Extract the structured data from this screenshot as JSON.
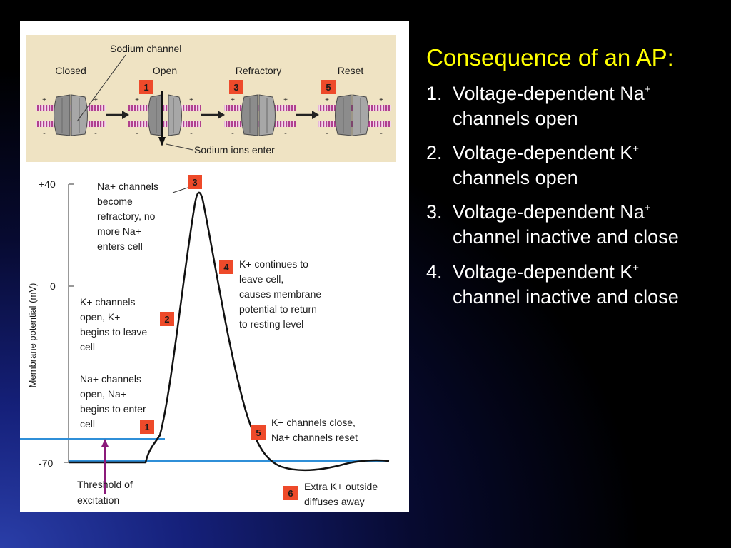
{
  "slide": {
    "title": "Consequence of an AP:",
    "points": [
      {
        "num": "1.",
        "pre": "Voltage-dependent Na",
        "sup": "+",
        "post": "channels open"
      },
      {
        "num": "2.",
        "pre": "Voltage-dependent K",
        "sup": "+",
        "post": "channels open"
      },
      {
        "num": "3.",
        "pre": "Voltage-dependent Na",
        "sup": "+",
        "post": "channel inactive and close"
      },
      {
        "num": "4.",
        "pre": "Voltage-dependent K",
        "sup": "+",
        "post": "channel inactive and close"
      }
    ]
  },
  "figure": {
    "channel_panel": {
      "sodium_channel_label": "Sodium channel",
      "stages": [
        {
          "label": "Closed",
          "badge": ""
        },
        {
          "label": "Open",
          "badge": "1"
        },
        {
          "label": "Refractory",
          "badge": "3"
        },
        {
          "label": "Reset",
          "badge": "5"
        }
      ],
      "ions_label": "Sodium ions enter",
      "charge_plus": "+",
      "charge_minus": "-"
    },
    "graph": {
      "ylabel": "Membrane potential (mV)",
      "ticks": [
        "+40",
        "0",
        "-70"
      ],
      "annotations": [
        {
          "badge": "3",
          "lines": [
            "Na+ channels",
            "become",
            "refractory, no",
            "more Na+",
            "enters cell"
          ]
        },
        {
          "badge": "4",
          "lines": [
            "K+ continues to",
            "leave cell,",
            "causes membrane",
            "potential to return",
            "to resting level"
          ]
        },
        {
          "badge": "2",
          "lines": [
            "K+ channels",
            "open, K+",
            "begins to leave",
            "cell"
          ]
        },
        {
          "badge": "1",
          "lines": [
            "Na+ channels",
            "open, Na+",
            "begins to enter",
            "cell"
          ]
        },
        {
          "badge": "5",
          "lines": [
            "K+ channels close,",
            "Na+ channels reset"
          ]
        },
        {
          "badge": "6",
          "lines": [
            "Extra K+ outside",
            "diffuses away"
          ]
        }
      ],
      "threshold_label": [
        "Threshold of",
        "excitation"
      ]
    },
    "colors": {
      "panel_bg": "#efe3c3",
      "badge": "#ee4a2a",
      "membrane": "#b0408e",
      "threshold_line": "#2f8fd8",
      "curve": "#111111",
      "threshold_arrow": "#8b1a7a"
    }
  }
}
